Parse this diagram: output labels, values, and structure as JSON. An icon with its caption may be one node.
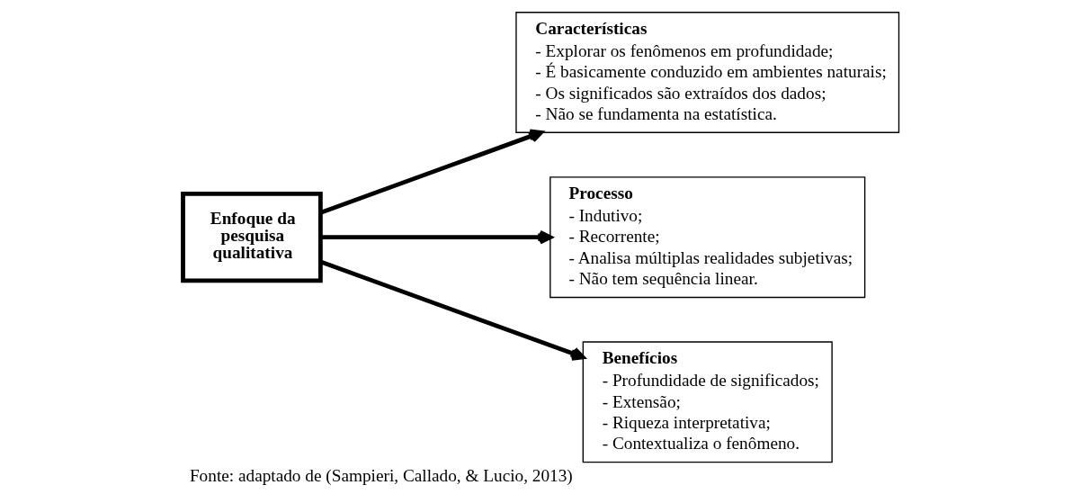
{
  "diagram": {
    "caption": "Fonte: adaptado de (Sampieri, Callado, & Lucio, 2013)",
    "nodes": [
      {
        "text": [
          "Enfoque da pesquisa qualitativa"
        ]
      },
      {
        "text": [
          "Características",
          "- Explorar os fenômenos em profundidade;",
          "- É basicamente conduzido em ambientes naturais;",
          "- Os significados são extraídos dos dados;",
          "- Não se fundamenta na estatística."
        ]
      },
      {
        "text": [
          "Processo",
          "- Indutivo;",
          "- Recorrente;",
          "- Analisa múltiplas realidades subjetivas;",
          "- Não tem sequência linear."
        ]
      },
      {
        "text": [
          "Benefícios",
          "- Profundidade de significados;",
          "- Extensão;",
          "- Riqueza interpretativa;",
          "- Contextualiza o fenômeno."
        ]
      }
    ],
    "edges": [
      {
        "from": 0,
        "to": 1,
        "arrow": "to"
      },
      {
        "from": 0,
        "to": 2,
        "arrow": "to"
      },
      {
        "from": 0,
        "to": 3,
        "arrow": "to"
      }
    ]
  }
}
